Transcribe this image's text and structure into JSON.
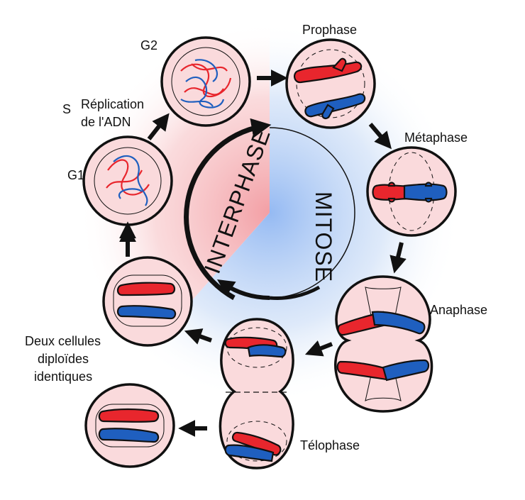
{
  "diagram": {
    "labels": {
      "g1": "G1",
      "s": "S",
      "g2": "G2",
      "replication_line1": "Réplication",
      "replication_line2": "de l'ADN",
      "prophase": "Prophase",
      "metaphase": "Métaphase",
      "anaphase": "Anaphase",
      "telophase": "Télophase",
      "daughters_line1": "Deux cellules",
      "daughters_line2": "diploïdes",
      "daughters_line3": "identiques",
      "interphase": "INTERPHASE",
      "mitose": "MITOSE"
    },
    "colors": {
      "cell_fill": "#fadadc",
      "chromosome_red": "#e8262d",
      "chromosome_blue": "#1f5fbf",
      "interphase_tint": "#f4a9ad",
      "mitosis_tint": "#a9c8f4"
    }
  }
}
